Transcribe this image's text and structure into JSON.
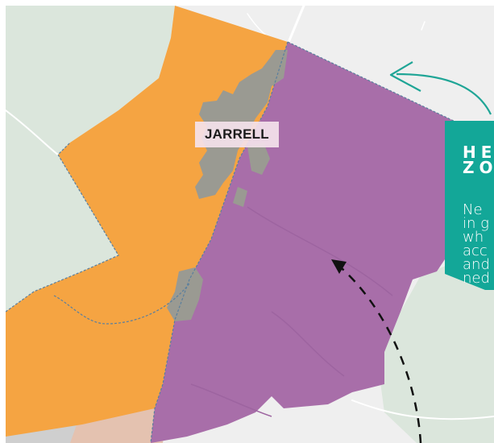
{
  "map": {
    "town_label": "JARRELL",
    "colors": {
      "background": "#efefef",
      "green_area": "#dbe6dc",
      "orange_zone": "#f5a442",
      "purple_zone": "#a86ea9",
      "urban_gray": "#9a9a92",
      "boundary_line": "#5a7f9e",
      "callout_teal": "#13a798",
      "arrow_teal": "#1fa596",
      "road": "#ffffff",
      "dashed_arrow": "#111111"
    },
    "callout": {
      "title": "HE\nZO",
      "body": "Ne\nin g\nwh\nacc\nand\nned"
    }
  }
}
